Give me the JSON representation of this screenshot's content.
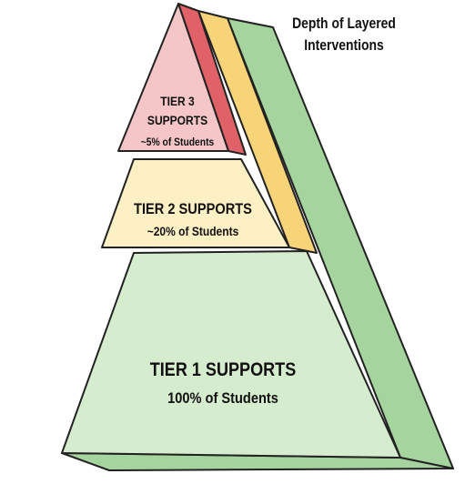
{
  "depth_label": {
    "line1": "Depth of Layered",
    "line2": "Interventions"
  },
  "tiers": {
    "tier3": {
      "line1": "TIER 3",
      "line2": "SUPPORTS",
      "line3": "~5% of Students",
      "face_color": "#f4c6c8",
      "side_color": "#e06168"
    },
    "tier2": {
      "line1": "TIER 2 SUPPORTS",
      "line2": "~20% of Students",
      "face_color": "#fdf0c4",
      "side_color": "#f8d478"
    },
    "tier1": {
      "line1": "TIER 1 SUPPORTS",
      "line2": "100% of Students",
      "face_color": "#d6eccf",
      "side_color": "#a6d49e"
    }
  }
}
